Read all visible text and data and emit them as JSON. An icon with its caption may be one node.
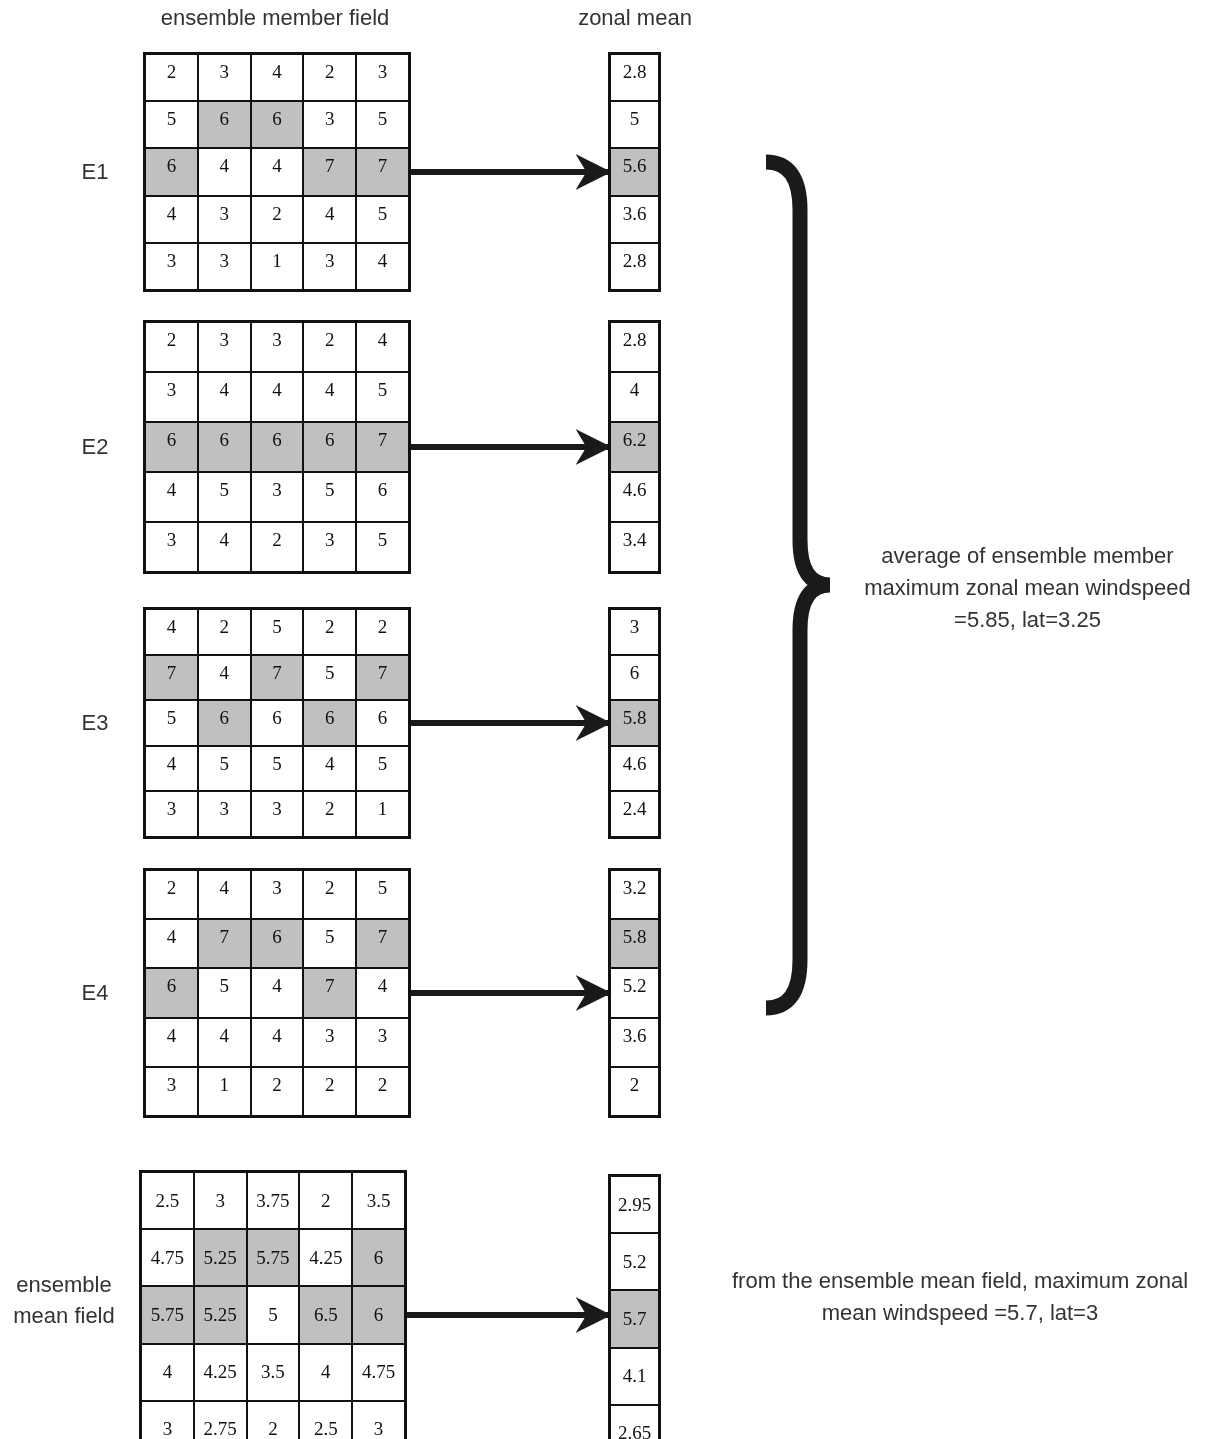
{
  "diagram": {
    "nodes": [
      {
        "text": [
          "2",
          "3",
          "4",
          "2",
          "3",
          "5",
          "6",
          "6",
          "3",
          "5",
          "6",
          "4",
          "4",
          "7",
          "7",
          "4",
          "3",
          "2",
          "4",
          "5",
          "3",
          "3",
          "1",
          "3",
          "4"
        ],
        "beside": [
          "E1"
        ]
      },
      {
        "text": [
          "2.8",
          "5",
          "5.6",
          "3.6",
          "2.8"
        ]
      },
      {
        "text": [
          "2",
          "3",
          "3",
          "2",
          "4",
          "3",
          "4",
          "4",
          "4",
          "5",
          "6",
          "6",
          "6",
          "6",
          "7",
          "4",
          "5",
          "3",
          "5",
          "6",
          "3",
          "4",
          "2",
          "3",
          "5"
        ],
        "beside": [
          "E2"
        ]
      },
      {
        "text": [
          "2.8",
          "4",
          "6.2",
          "4.6",
          "3.4"
        ]
      },
      {
        "text": [
          "4",
          "2",
          "5",
          "2",
          "2",
          "7",
          "4",
          "7",
          "5",
          "7",
          "5",
          "6",
          "6",
          "6",
          "6",
          "4",
          "5",
          "5",
          "4",
          "5",
          "3",
          "3",
          "3",
          "2",
          "1"
        ],
        "beside": [
          "E3"
        ]
      },
      {
        "text": [
          "3",
          "6",
          "5.8",
          "4.6",
          "2.4"
        ]
      },
      {
        "text": [
          "2",
          "4",
          "3",
          "2",
          "5",
          "4",
          "7",
          "6",
          "5",
          "7",
          "6",
          "5",
          "4",
          "7",
          "4",
          "4",
          "4",
          "4",
          "3",
          "3",
          "3",
          "1",
          "2",
          "2",
          "2"
        ],
        "beside": [
          "E4"
        ]
      },
      {
        "text": [
          "3.2",
          "5.8",
          "5.2",
          "3.6",
          "2"
        ]
      },
      {
        "text": [
          "2.5",
          "3",
          "3.75",
          "2",
          "3.5",
          "4.75",
          "5.25",
          "5.75",
          "4.25",
          "6",
          "5.75",
          "5.25",
          "5",
          "6.5",
          "6",
          "4",
          "4.25",
          "3.5",
          "4",
          "4.75",
          "3",
          "2.75",
          "2",
          "2.5",
          "3"
        ],
        "beside": [
          "ensemble mean field"
        ]
      },
      {
        "text": [
          "2.95",
          "5.2",
          "5.7",
          "4.1",
          "2.65"
        ]
      }
    ],
    "edges": [
      {
        "from": 0,
        "to": 1,
        "arrow": "to"
      },
      {
        "from": 2,
        "to": 3,
        "arrow": "to"
      },
      {
        "from": 4,
        "to": 5,
        "arrow": "to"
      },
      {
        "from": 6,
        "to": 7,
        "arrow": "to"
      },
      {
        "from": 8,
        "to": 9,
        "arrow": "to"
      }
    ],
    "labels": [
      "ensemble member field",
      "zonal mean",
      "average of ensemble member maximum zonal mean windspeed =5.85, lat=3.25",
      "from the ensemble mean field, maximum zonal mean windspeed =5.7, lat=3"
    ]
  }
}
